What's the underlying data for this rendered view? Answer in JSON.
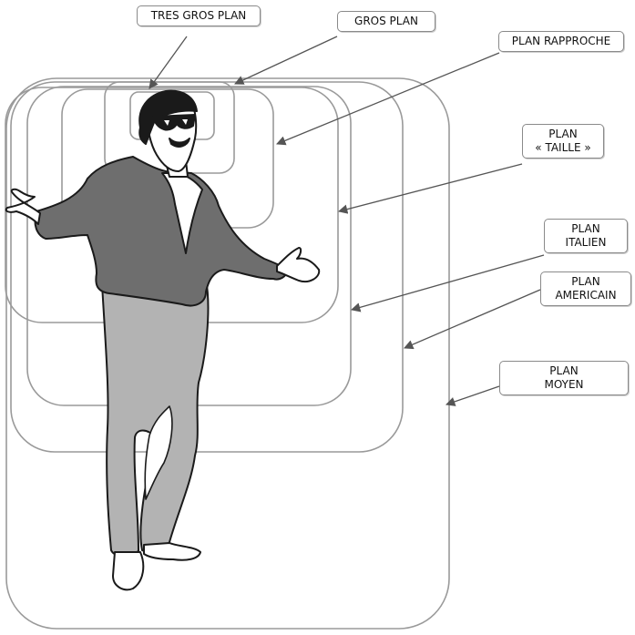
{
  "labels": {
    "tres_gros_plan": "TRES GROS PLAN",
    "gros_plan": "GROS PLAN",
    "plan_rapproche": "PLAN RAPPROCHE",
    "plan_taille": {
      "line1": "PLAN",
      "line2": "« TAILLE »"
    },
    "plan_italien": {
      "line1": "PLAN",
      "line2": "ITALIEN"
    },
    "plan_americain": {
      "line1": "PLAN",
      "line2": "AMERICAIN"
    },
    "plan_moyen": {
      "line1": "PLAN",
      "line2": "MOYEN"
    }
  },
  "colors": {
    "frame_stroke": "#9a9a9a",
    "arrow": "#555555",
    "jacket": "#6e6e6e",
    "pants": "#b3b3b3",
    "outline": "#1a1a1a"
  }
}
